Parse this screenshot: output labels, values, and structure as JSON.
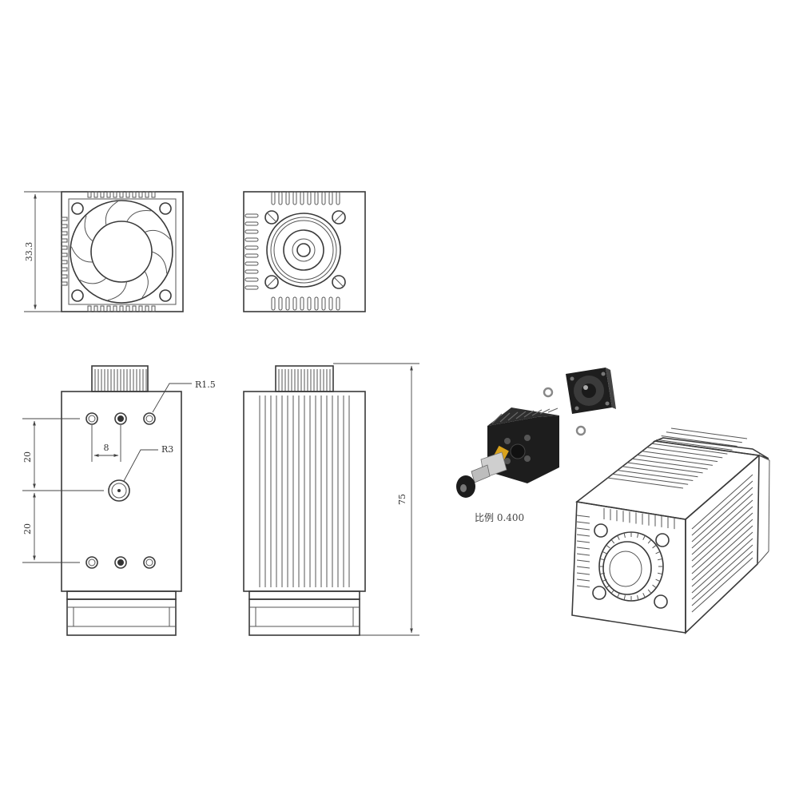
{
  "dimensions": {
    "fan_height": "33.3",
    "hole_spacing": "8",
    "vertical_upper": "20",
    "vertical_lower": "20",
    "total_length": "75",
    "small_radius": "R1.5",
    "center_radius": "R3"
  },
  "scale_label": "比例 0.400",
  "colors": {
    "line": "#3a3a3a",
    "dark_part": "#1e1e1e",
    "accent": "#d9a21c"
  }
}
